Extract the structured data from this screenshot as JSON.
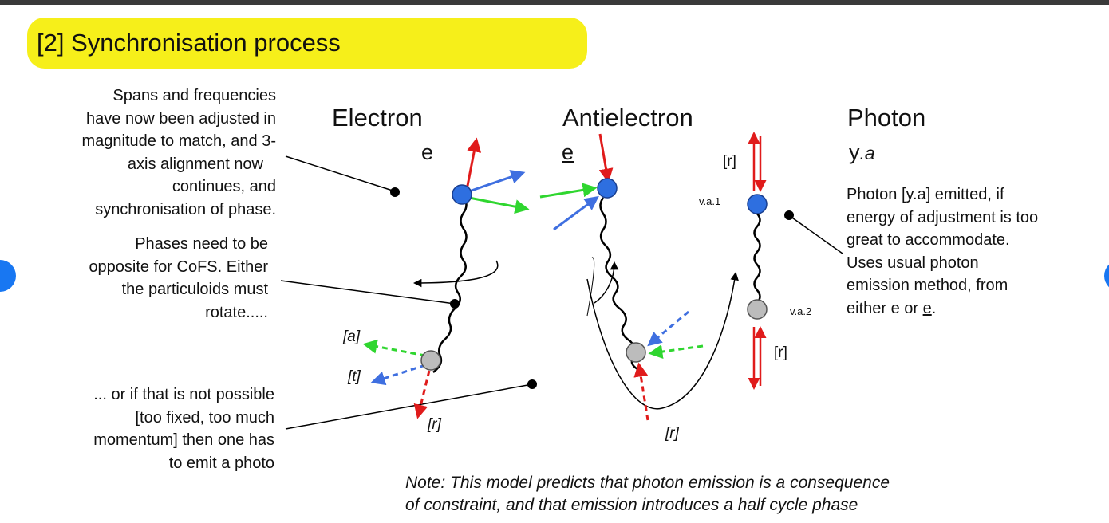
{
  "title": "[2] Synchronisation process",
  "annotations": {
    "spans": [
      "Spans and frequencies",
      "have now been adjusted in",
      "magnitude to match, and 3-",
      "axis alignment now",
      "continues, and",
      "synchronisation of phase."
    ],
    "phases": [
      "Phases need to be",
      "opposite for CoFS. Either",
      "the particuloids must",
      "rotate....."
    ],
    "emit": [
      "... or if that is not  possible",
      "[too fixed, too much",
      "momentum] then one has",
      "to emit a photo"
    ],
    "photon": [
      "Photon [y.a] emitted, if",
      "energy of adjustment is too",
      "great to accommodate.",
      "Uses usual photon",
      "emission method, from"
    ],
    "photon_last_prefix": "either e or ",
    "photon_last_e": "e",
    "photon_last_suffix": "."
  },
  "headers": {
    "electron": "Electron",
    "electron_symbol": "e",
    "antielectron": "Antielectron",
    "antielectron_symbol": "e",
    "photon": "Photon",
    "photon_symbol_y": "y",
    "photon_symbol_a": ".a"
  },
  "labels": {
    "a": "[a]",
    "t": "[t]",
    "r_electron": "[r]",
    "r_antielectron": "[r]",
    "r_photon_top": "[r]",
    "r_photon_bottom": "[r]",
    "va1": "v.a.1",
    "va2": "v.a.2"
  },
  "note": [
    "Note: This model predicts that photon emission is a consequence",
    "of constraint, and that emission introduces a half cycle phase"
  ],
  "colors": {
    "highlight": "#f6ef1a",
    "blue": "#2e6fe0",
    "gray": "#bcbcbc",
    "red": "#e01b1b",
    "green": "#2fd62f",
    "arrow_blue": "#3f6fe0",
    "nav": "#1877f2"
  }
}
